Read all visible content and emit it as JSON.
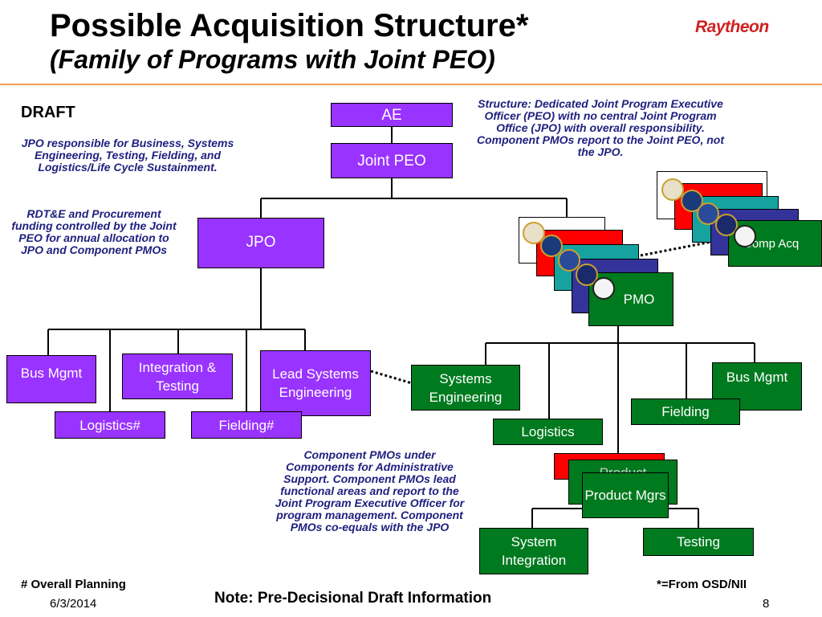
{
  "header": {
    "title": "Possible Acquisition Structure*",
    "subtitle": "(Family of Programs with Joint PEO)",
    "logo": "Raytheon"
  },
  "draft_label": "DRAFT",
  "notes": {
    "jpo_responsibility": "JPO responsible for Business, Systems Engineering, Testing, Fielding, and Logistics/Life Cycle Sustainment.",
    "funding": "RDT&E and Procurement funding controlled by the Joint PEO for annual allocation to JPO and Component PMOs",
    "structure": "Structure: Dedicated Joint Program Executive Officer (PEO) with no central Joint Program Office (JPO) with overall responsibility. Component PMOs report to the Joint PEO, not the JPO.",
    "component_pmos": "Component PMOs under Components for Administrative Support. Component PMOs lead functional areas and report to the Joint Program Executive Officer for program management. Component PMOs co-equals with the JPO"
  },
  "boxes": {
    "ae": "AE",
    "joint_peo": "Joint PEO",
    "jpo": "JPO",
    "bus_mgmt_left": "Bus Mgmt",
    "integration_testing": "Integration & Testing",
    "lead_systems_engineering": "Lead Systems Engineering",
    "logistics_hash": "Logistics#",
    "fielding_hash": "Fielding#",
    "comp_acq": "Comp Acq",
    "pmo": "PMO",
    "systems_engineering": "Systems Engineering",
    "bus_mgmt_right": "Bus Mgmt",
    "fielding": "Fielding",
    "logistics": "Logistics",
    "product_back": "Product",
    "product_mgrs": "Product Mgrs",
    "system_integration": "System Integration",
    "testing": "Testing"
  },
  "footer": {
    "overall_planning": "# Overall Planning",
    "date": "6/3/2014",
    "note": "Note: Pre-Decisional Draft Information",
    "osd": "*=From OSD/NII",
    "page": "8"
  },
  "colors": {
    "purple": "#9933ff",
    "green": "#007a1f",
    "note_text": "#202080",
    "logo": "#d02020",
    "rule": "#f29b55"
  }
}
